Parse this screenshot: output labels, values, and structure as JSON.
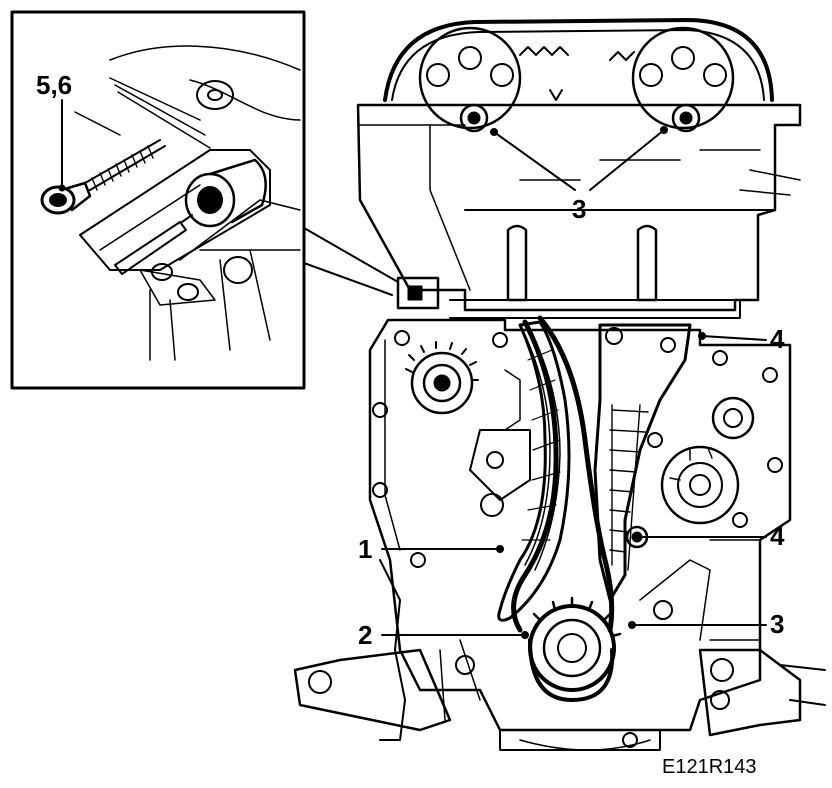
{
  "figure_code": "E121R143",
  "callouts": {
    "inset_bolts": "5,6",
    "cam_bolts": "3",
    "upper_guide_bolt": "4",
    "lower_guide_bolt": "4",
    "bottom_bolt": "3",
    "tension_rail": "1",
    "crank_sprocket": "2"
  },
  "colors": {
    "line": "#000000",
    "background": "#ffffff"
  }
}
